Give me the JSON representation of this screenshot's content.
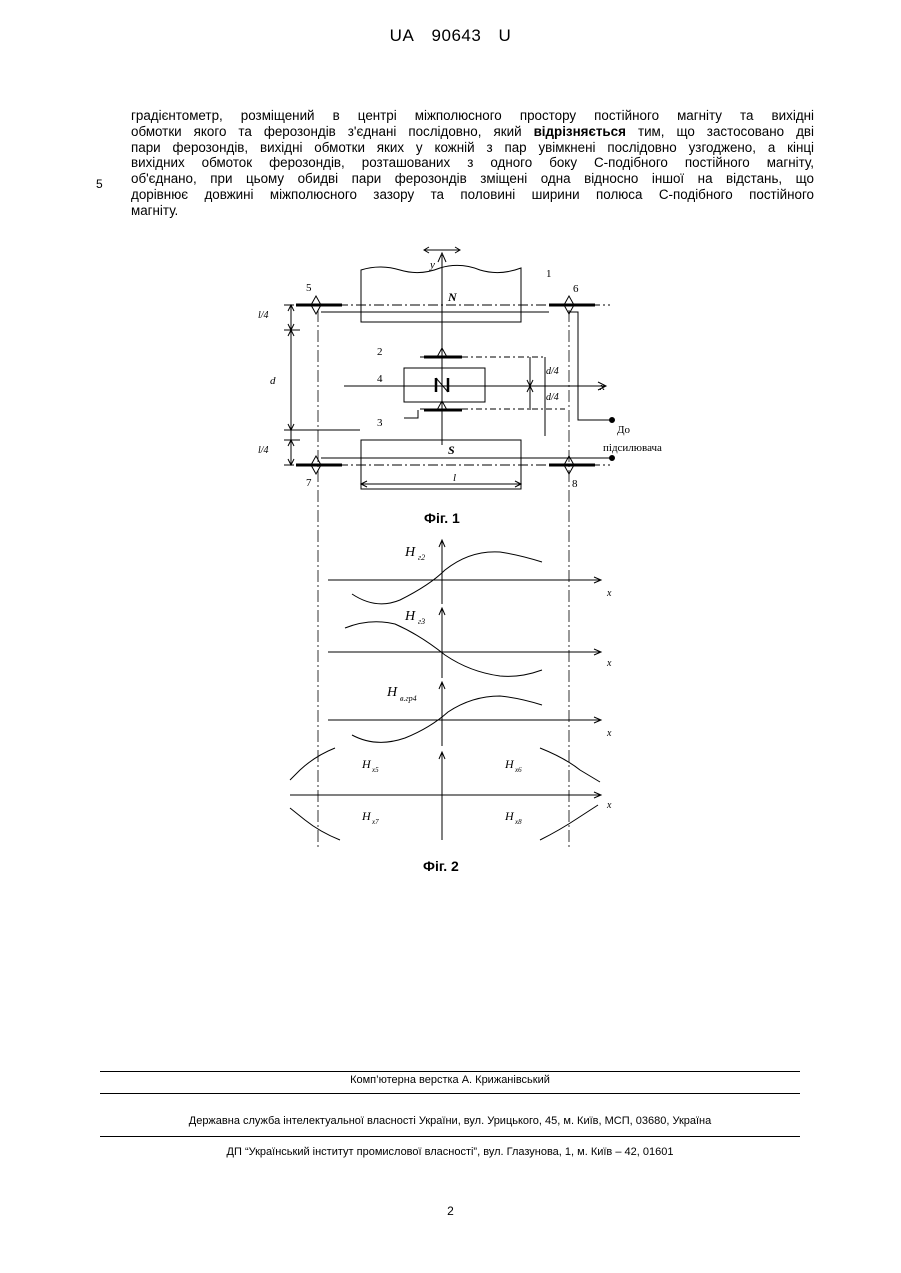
{
  "header": {
    "country": "UA",
    "number": "90643",
    "kind": "U"
  },
  "claim": {
    "line1": "градієнтометр, розміщений в центрі міжполюсного простору постійного магніту та вихідні",
    "line2": "обмотки якого та ферозондів з'єднані послідовно, який",
    "line2_bold": "відрізняється",
    "line2_rest": "тим, що застосовано дві",
    "line3": "пари ферозондів, вихідні обмотки яких у кожній з пар увімкнені послідовно узгоджено, а кінці",
    "line4": "вихідних обмоток ферозондів, розташованих з одного боку С-подібного постійного магніту,",
    "line5": "об'єднано, при цьому обидві пари ферозондів зміщені одна відносно іншої на відстань, що",
    "line6": "дорівнює довжині міжполюсного зазору та половині ширини полюса С-подібного постійного",
    "line7": "магніту."
  },
  "line_number": "5",
  "fig1": {
    "caption": "Фіг. 1",
    "labels": {
      "y": "y",
      "x": "x",
      "n1": "1",
      "n2": "2",
      "n3": "3",
      "n4": "4",
      "n5": "5",
      "n6": "6",
      "n7": "7",
      "n8": "8",
      "N": "N",
      "S": "S",
      "l4_top": "l/4",
      "l4_bot": "l/4",
      "d": "d",
      "d4_top": "d/4",
      "d4_bot": "d/4",
      "l": "l",
      "amp1": "До",
      "amp2": "підсилювача"
    }
  },
  "fig2": {
    "caption": "Фіг. 2",
    "labels": {
      "h2": "H",
      "h2s": "г2",
      "h3": "H",
      "h3s": "г3",
      "h4": "H",
      "h4s": "в.гр4",
      "hx5": "H",
      "hx5s": "x5",
      "hx6": "H",
      "hx6s": "x6",
      "hx7": "H",
      "hx7s": "x7",
      "hx8": "H",
      "hx8s": "x8",
      "x": "x"
    }
  },
  "footer": {
    "layout": "Комп’ютерна верстка А. Крижанівський",
    "office": "Державна служба інтелектуальної власності України, вул. Урицького, 45, м. Київ, МСП, 03680, Україна",
    "institute": "ДП “Український інститут промислової власності”, вул. Глазунова, 1, м. Київ – 42, 01601"
  },
  "page_number": "2"
}
